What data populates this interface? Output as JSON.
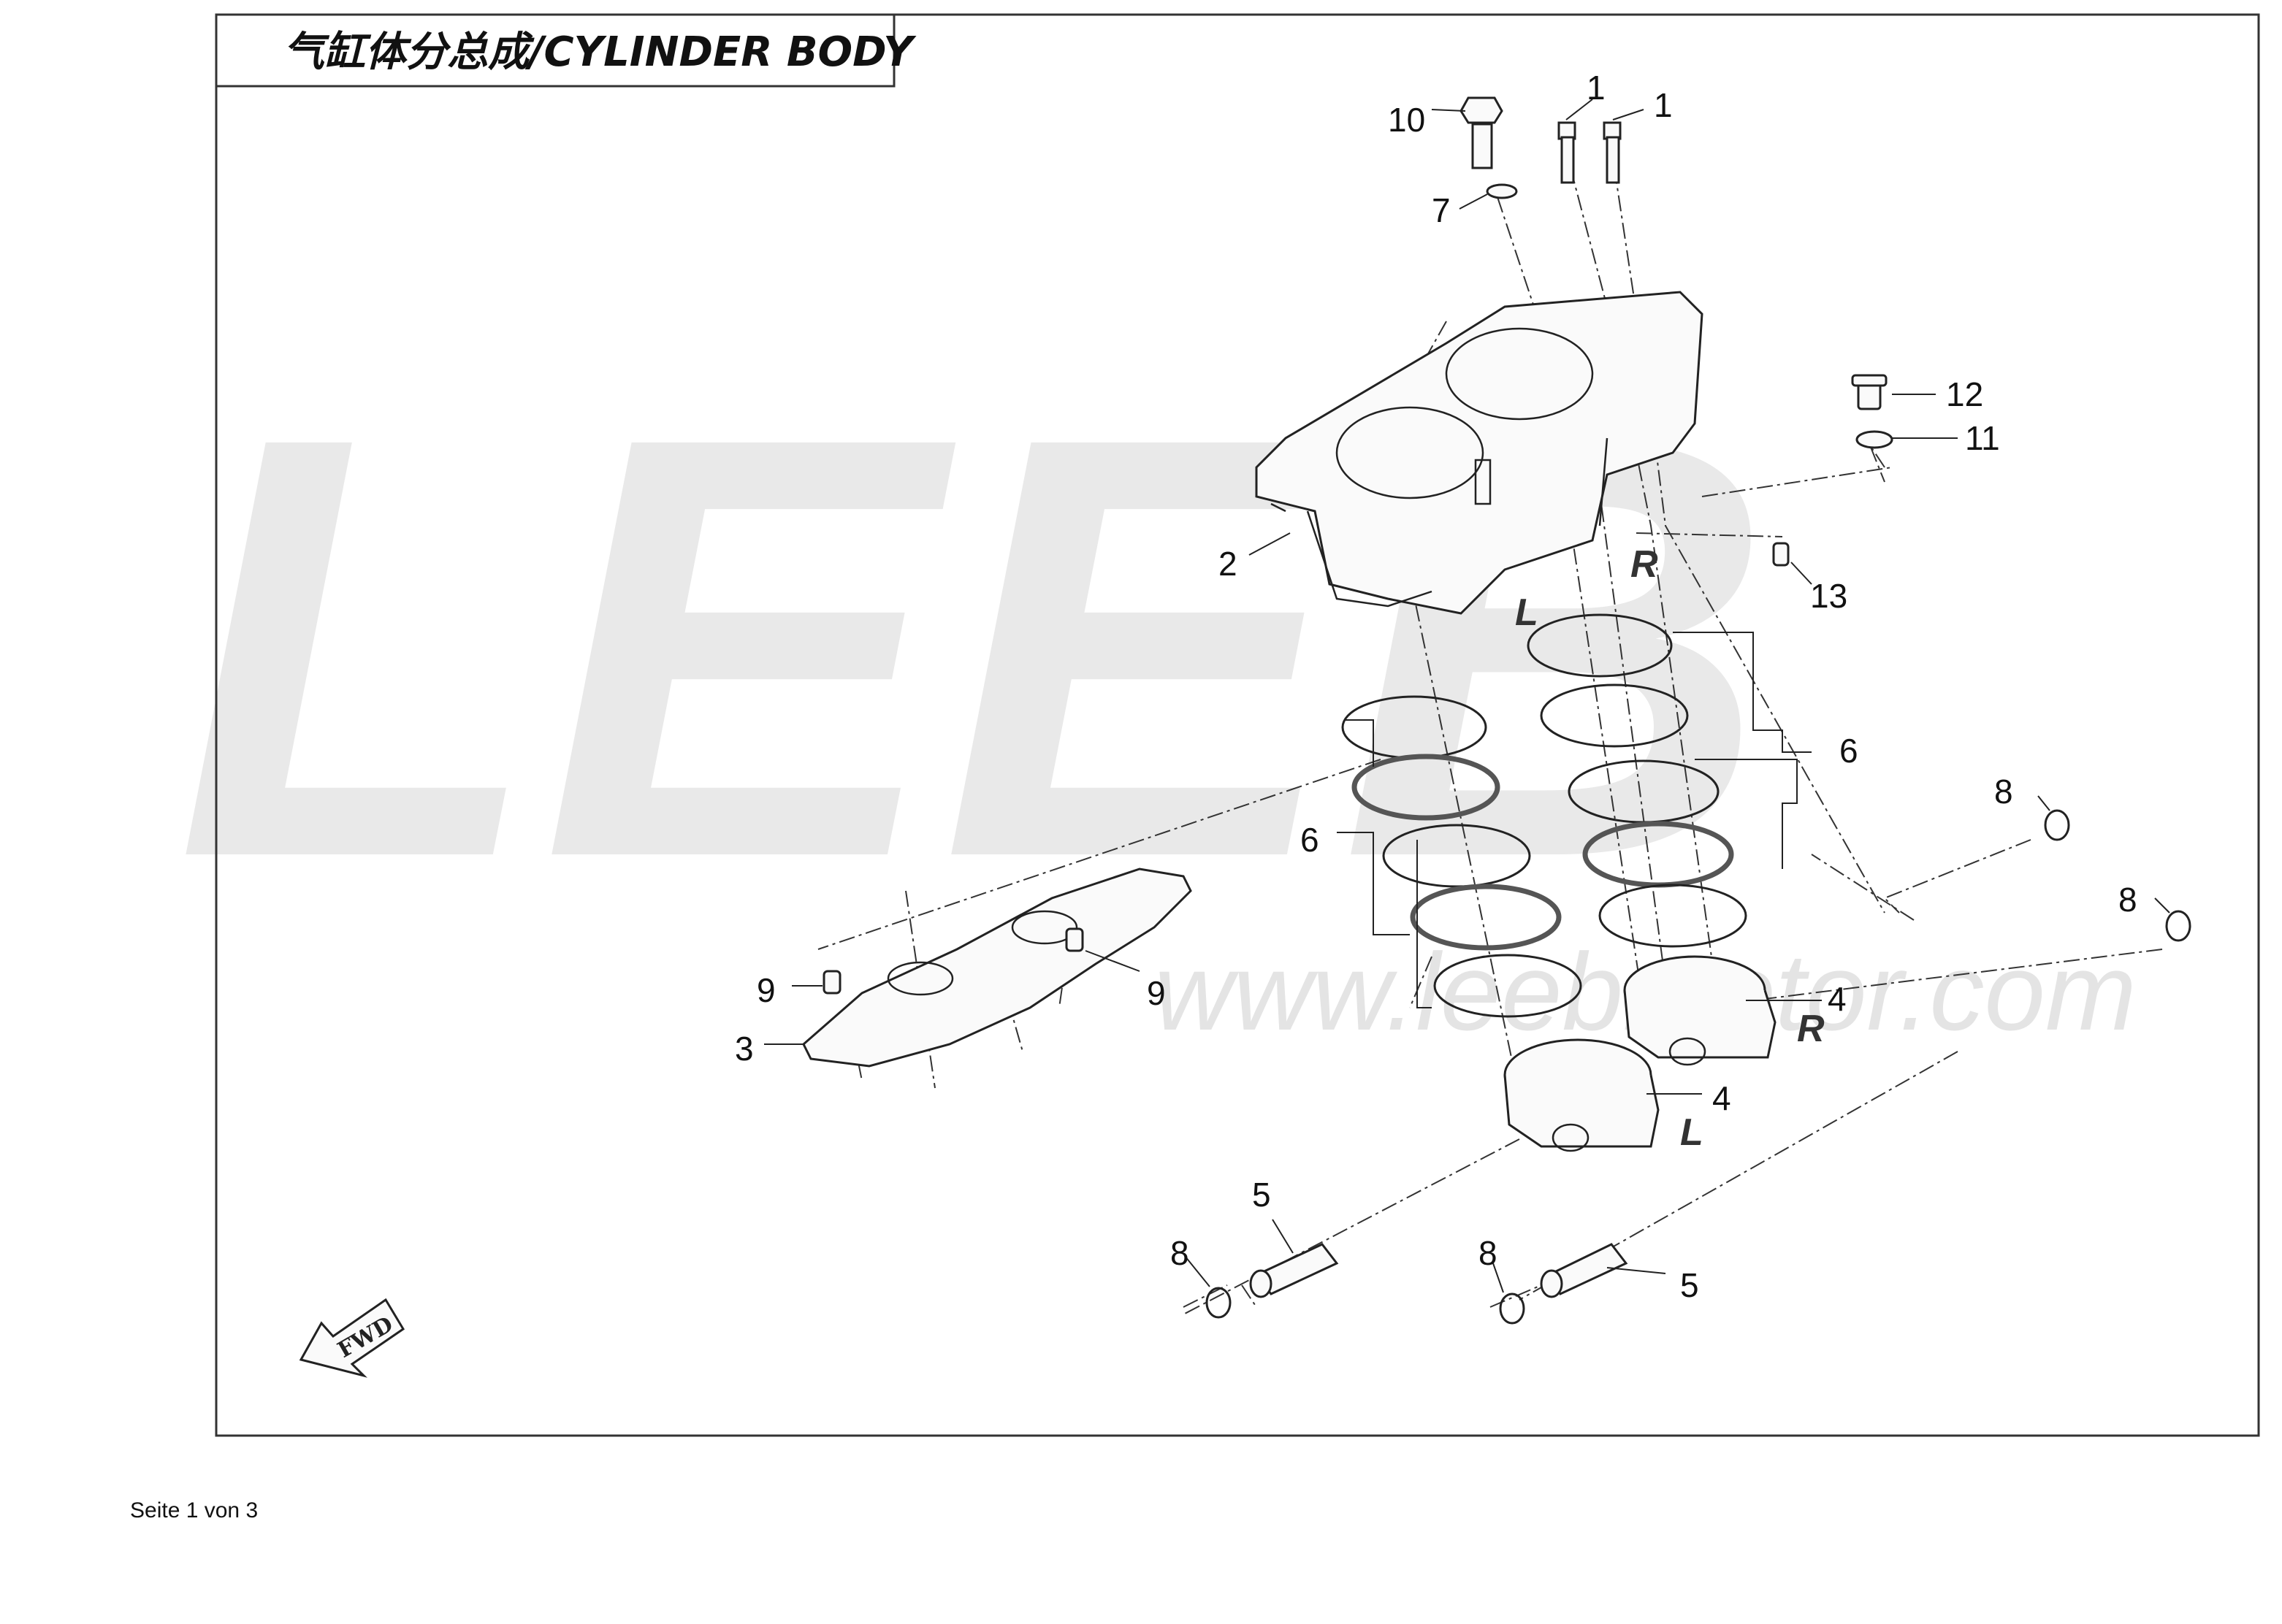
{
  "title": "气缸体分总成/CYLINDER BODY",
  "watermark": {
    "brand": "LEEB",
    "url": "www.leebmotor.com"
  },
  "side_markers": {
    "left": "L",
    "right": "R"
  },
  "fwd_label": "FWD",
  "footer": "Seite 1 von 3",
  "callouts": [
    "1",
    "1",
    "10",
    "7",
    "12",
    "11",
    "2",
    "13",
    "6",
    "6",
    "8",
    "8",
    "9",
    "9",
    "3",
    "4",
    "4",
    "5",
    "5",
    "8",
    "8"
  ],
  "colors": {
    "line": "#222222",
    "watermark": "#e9e9e9",
    "background": "#ffffff"
  }
}
